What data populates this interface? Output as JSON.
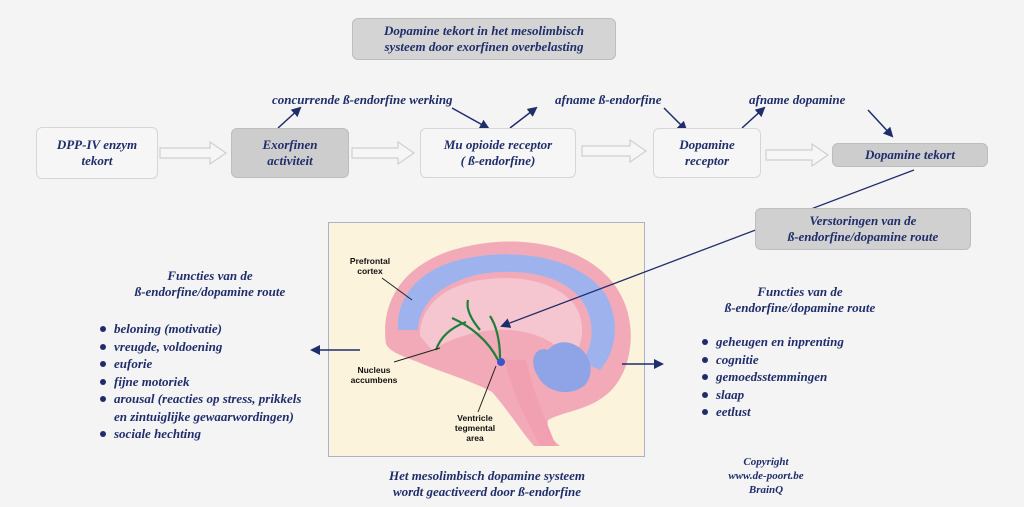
{
  "title": {
    "line1": "Dopamine tekort in het mesolimbisch",
    "line2": "systeem door exorfinen overbelasting"
  },
  "flow": {
    "dpp": {
      "line1": "DPP-IV enzym",
      "line2": "tekort"
    },
    "exorfinen": {
      "line1": "Exorfinen",
      "line2": "activiteit"
    },
    "mu": {
      "line1": "Mu opioide receptor",
      "line2": "( ß-endorfine)"
    },
    "dopamine_receptor": {
      "line1": "Dopamine",
      "line2": "receptor"
    },
    "dopamine_tekort": "Dopamine tekort"
  },
  "labels": {
    "concurrende": "concurrende ß-endorfine werking",
    "afname_endorfine": "afname  ß-endorfine",
    "afname_dopamine": "afname dopamine"
  },
  "verstoringen": {
    "line1": "Verstoringen van de",
    "line2": "ß-endorfine/dopamine route"
  },
  "left_panel": {
    "heading": {
      "line1": "Functies van de",
      "line2": "ß-endorfine/dopamine route"
    },
    "items": [
      "beloning (motivatie)",
      "vreugde, voldoening",
      "euforie",
      "fijne motoriek",
      "arousal (reacties op stress, prikkels en zintuiglijke gewaarwordingen)",
      "sociale hechting"
    ]
  },
  "right_panel": {
    "heading": {
      "line1": "Functies van de",
      "line2": "ß-endorfine/dopamine route"
    },
    "items": [
      "geheugen en inprenting",
      "cognitie",
      "gemoedsstemmingen",
      "slaap",
      "eetlust"
    ]
  },
  "brain": {
    "prefrontal": {
      "line1": "Prefrontal",
      "line2": "cortex"
    },
    "nucleus": {
      "line1": "Nucleus",
      "line2": "accumbens"
    },
    "vta": {
      "line1": "Ventricle",
      "line2": "tegmental",
      "line3": "area"
    }
  },
  "caption": {
    "line1": "Het mesolimbisch dopamine systeem",
    "line2": "wordt geactiveerd door ß-endorfine"
  },
  "copyright": {
    "line1": "Copyright",
    "line2": "www.de-poort.be",
    "line3": "BrainQ"
  },
  "colors": {
    "text": "#1f2d6b",
    "grey_box": "#cdcdcd",
    "brain_pink": "#f3aab8",
    "brain_blue": "#9eb3ee",
    "panel_bg": "#fbf3dc"
  }
}
